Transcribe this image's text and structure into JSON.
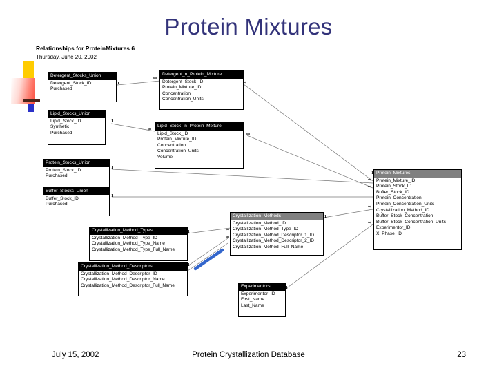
{
  "slide": {
    "title": "Protein Mixtures",
    "report_header": {
      "line1": "Relationships for ProteinMixtures 6",
      "line2": "Thursday, June 20, 2002"
    },
    "footer": {
      "date": "July 15, 2002",
      "center": "Protein Crystallization Database",
      "page_number": "23"
    },
    "colors": {
      "title": "#33337a",
      "table_header_bg": "#000000",
      "table_header_text": "#ffffff",
      "highlight_line": "#3366cc",
      "deco_yellow": "#ffcc00",
      "deco_blue": "#2b31c8",
      "deco_bar": "#4a2318"
    }
  },
  "diagram": {
    "tables": [
      {
        "id": "detergent-stocks-union",
        "name": "Detergent_Stocks_Union",
        "fields": [
          "Detergent_Stock_ID",
          "Purchased"
        ]
      },
      {
        "id": "detergent-n-protein-mixture",
        "name": "Detergent_n_Protein_Mixture",
        "fields": [
          "Detergent_Stock_ID",
          "Protein_Mixture_ID",
          "Concentration",
          "Concentration_Units"
        ]
      },
      {
        "id": "lipid-stocks-union",
        "name": "Lipid_Stocks_Union",
        "fields": [
          "Lipid_Stock_ID",
          "Synthetic",
          "Purchased"
        ]
      },
      {
        "id": "lipid-stock-in-protein-mixture",
        "name": "Lipid_Stock_in_Protein_Mixture",
        "fields": [
          "Lipid_Stock_ID",
          "Protein_Mixture_ID",
          "Concentration",
          "Concentration_Units",
          "Volume"
        ]
      },
      {
        "id": "protein-stocks-union",
        "name": "Protein_Stocks_Union",
        "fields": [
          "Protein_Stock_ID",
          "Purchased"
        ]
      },
      {
        "id": "buffer-stocks-union",
        "name": "Buffer_Stocks_Union",
        "fields": [
          "Buffer_Stock_ID",
          "Purchased"
        ]
      },
      {
        "id": "protein-mixtures",
        "name": "Protein_Mixtures",
        "fields": [
          "Protein_Mixture_ID",
          "Protein_Stock_ID",
          "Buffer_Stock_ID",
          "Protein_Concentration",
          "Protein_Concentration_Units",
          "Crystallization_Method_ID",
          "Buffer_Stock_Concentration",
          "Buffer_Stock_Concentration_Units",
          "Experimentor_ID",
          "X_Phase_ID"
        ]
      },
      {
        "id": "crystallization-method-types",
        "name": "Crystallization_Method_Types",
        "fields": [
          "Crystallization_Method_Type_ID",
          "Crystallization_Method_Type_Name",
          "Crystallization_Method_Type_Full_Name"
        ]
      },
      {
        "id": "crystallization-methods",
        "name": "Crystallization_Methods",
        "fields": [
          "Crystallization_Method_ID",
          "Crystallization_Method_Type_ID",
          "Crystallization_Method_Descriptor_1_ID",
          "Crystallization_Method_Descriptor_2_ID",
          "Crystallization_Method_Full_Name"
        ]
      },
      {
        "id": "crystallization-method-descriptors",
        "name": "Crystallization_Method_Descriptors",
        "fields": [
          "Crystallization_Method_Descriptor_ID",
          "Crystallization_Method_Descriptor_Name",
          "Crystallization_Method_Descriptor_Full_Name"
        ]
      },
      {
        "id": "experimentors",
        "name": "Experimentors",
        "fields": [
          "Experimentor_ID",
          "First_Name",
          "Last_Name"
        ]
      }
    ],
    "cardinality_marks": {
      "one": "1",
      "many": "∞"
    }
  }
}
